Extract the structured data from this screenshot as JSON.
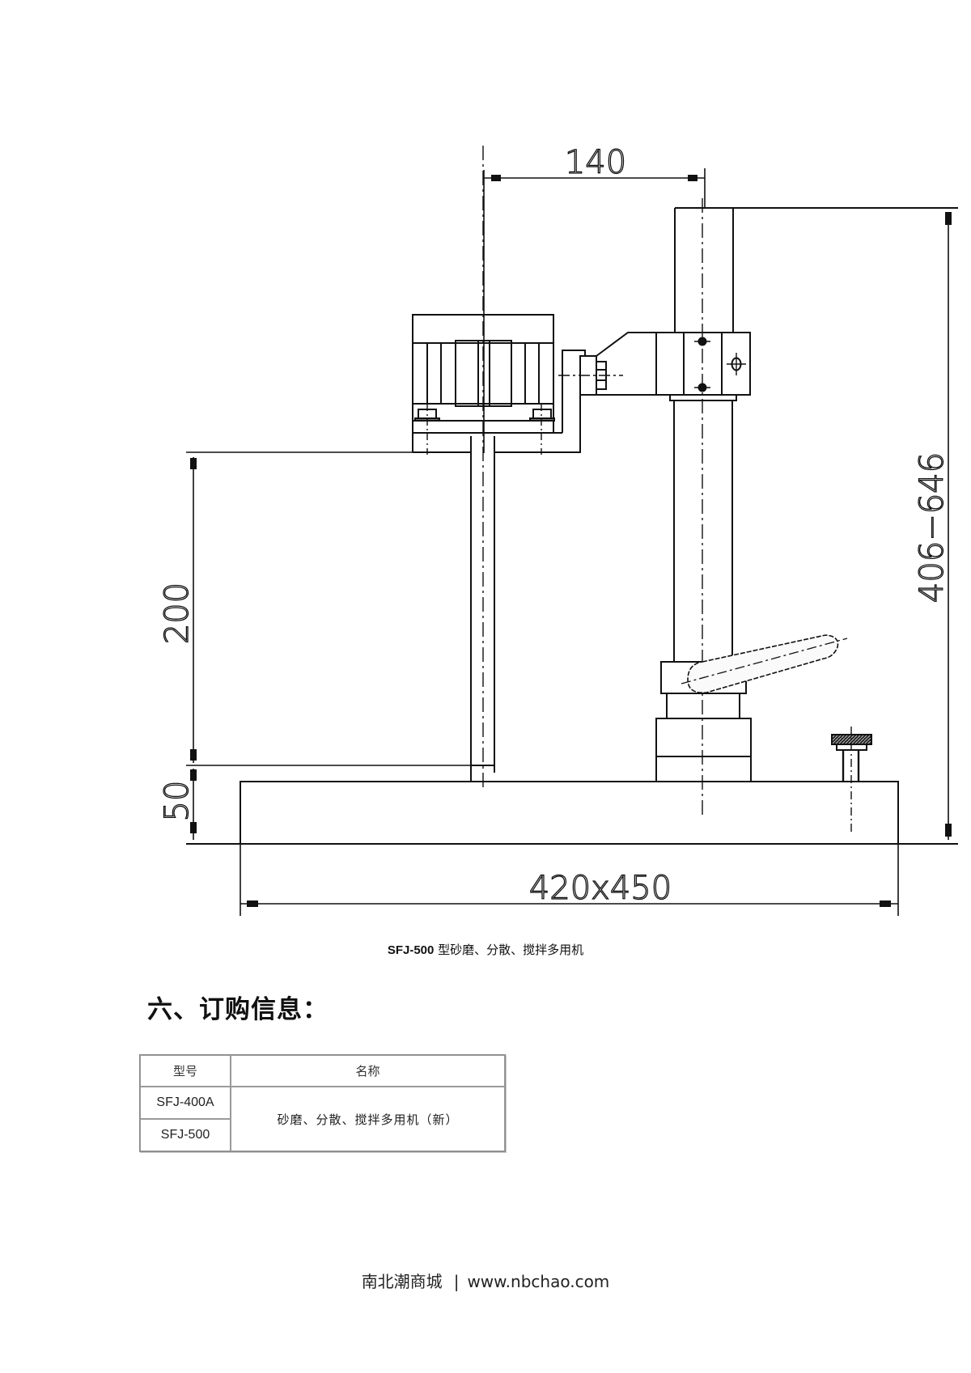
{
  "drawing": {
    "dimensions": {
      "top_width": "140",
      "total_height": "406−646",
      "shaft_length": "200",
      "base_height": "50",
      "base_size": "420x450"
    },
    "line_color": "#111111"
  },
  "caption": {
    "model": "SFJ-500",
    "description": " 型砂磨、分散、搅拌多用机"
  },
  "section": {
    "heading": "六、订购信息："
  },
  "order_table": {
    "headers": [
      "型号",
      "名称"
    ],
    "rows": [
      {
        "model": "SFJ-400A"
      },
      {
        "model": "SFJ-500"
      }
    ],
    "shared_name": "砂磨、分散、搅拌多用机（新）"
  },
  "footer": {
    "site_name": "南北潮商城",
    "separator": "|",
    "url": "www.nbchao.com"
  }
}
